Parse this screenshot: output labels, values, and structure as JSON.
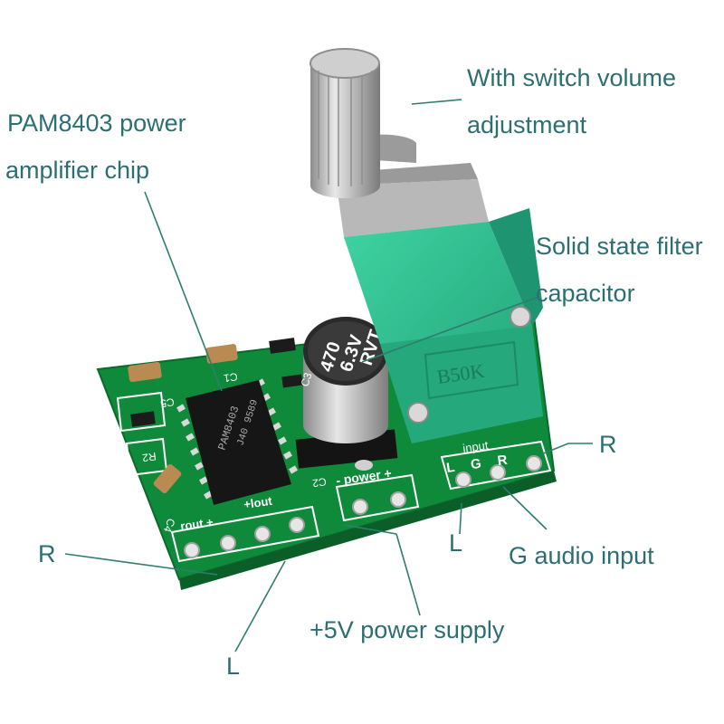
{
  "labels": {
    "volume_line1": "With switch volume",
    "volume_line2": "adjustment",
    "chip_line1": "PAM8403 power",
    "chip_line2": "amplifier chip",
    "capacitor_line1": "Solid state filter",
    "capacitor_line2": "capacitor",
    "r_right": "R",
    "r_left": "R",
    "l_right": "L",
    "l_left": "L",
    "g_audio": "G audio input",
    "power_supply": "+5V power supply"
  },
  "board": {
    "chip_marking_1": "PAM8403",
    "chip_marking_2": "J40 9589",
    "capacitor_value": "470",
    "capacitor_voltage": "6.3V",
    "capacitor_code": "RVT",
    "pot_marking": "B50K",
    "silk_input": "input",
    "silk_input_pins": "L G R",
    "silk_power": "- power +",
    "silk_rout": "rout +",
    "silk_lout": "+lout",
    "silk_c1": "C1",
    "silk_c2": "C2",
    "silk_c3": "C3",
    "silk_c4": "C4",
    "silk_c5": "C5",
    "silk_r2": "R2"
  },
  "colors": {
    "label_text": "#2c6f73",
    "pcb_green": "#0f8a3a",
    "pot_green": "#2dbf8f",
    "leader_line": "#2f7d6e"
  }
}
